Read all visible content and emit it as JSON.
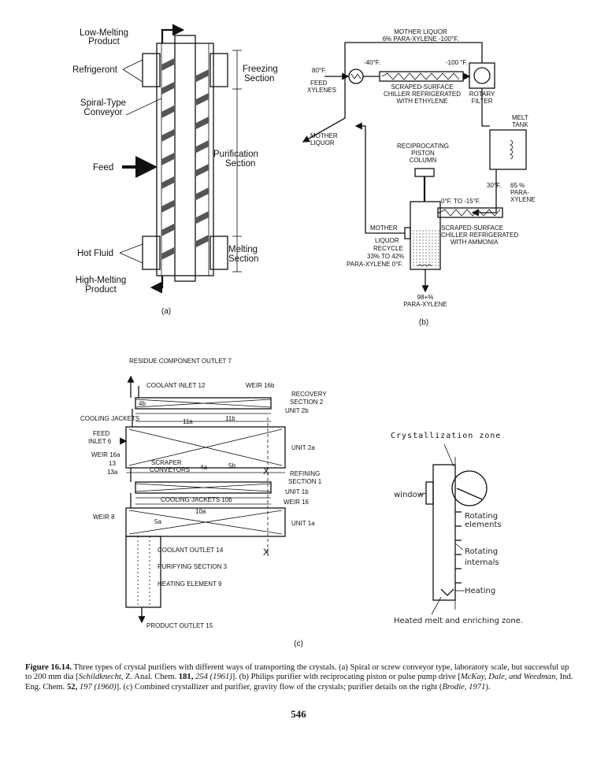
{
  "figure_a": {
    "low_melting": "Low-Melting",
    "product_top": "Product",
    "refrigerant": "Refrigeront",
    "spiral_type": "Spiral-Type",
    "conveyor": "Conveyor",
    "freezing": "Freezing",
    "section_1": "Section",
    "purification": "Purification",
    "section_2": "Section",
    "feed": "Feed",
    "hot_fluid": "Hot Fluid",
    "melting": "Melting",
    "section_3": "Section",
    "high_melting": "High-Melting",
    "product_bottom": "Product",
    "panel_label": "(a)"
  },
  "figure_b": {
    "mother_liquor_top": "MOTHER LIQUOR",
    "para_xylene_top": "6% PARA-XYLENE -100°F.",
    "t_80": "80°F.",
    "feed": "FEED",
    "xylenes": "XYLENES",
    "t_minus40": "-40°F.",
    "t_minus100": "-100 °F.",
    "chiller1_l1": "SCRAPED-SURFACE",
    "chiller1_l2": "CHILLER REFRIGERATED",
    "chiller1_l3": "WITH ETHYLENE",
    "rotary": "ROTARY",
    "filter": "FILTER",
    "mother": "MOTHER",
    "liquor": "LIQUOR",
    "melt": "MELT",
    "tank": "TANK",
    "reciprocating": "RECIPROCATING",
    "piston": "PISTON",
    "column": "COLUMN",
    "t_30": "30°F.",
    "pct_65": "65 %",
    "para": "PARA-",
    "xylene": "XYLENE",
    "t_range": "0°F. TO -15°F.",
    "mother2": "MOTHER",
    "liquor2": "LIQUOR",
    "recycle": "RECYCLE",
    "recycle_pct": "33% TO 42%",
    "recycle_para": "PARA-XYLENE 0°F.",
    "chiller2_l1": "SCRAPED-SURFACE",
    "chiller2_l2": "CHILLER REFRIGERATED",
    "chiller2_l3": "WITH AMMONIA",
    "product_pct": "98+%",
    "product_para": "PARA-XYLENE",
    "panel_label": "(b)"
  },
  "figure_c": {
    "residue_outlet": "RESIDUE COMPONENT OUTLET 7",
    "coolant_inlet": "COOLANT INLET 12",
    "weir_16b": "WEIR 16b",
    "recovery": "RECOVERY",
    "section_2": "SECTION 2",
    "unit_2b": "UNIT 2b",
    "cooling_jackets": "COOLING JACKETS",
    "l_11a": "11a",
    "l_11b": "11b",
    "l_4b": "4b",
    "feed": "FEED",
    "inlet_6": "INLET 6",
    "weir_16a": "WEIR 16a",
    "unit_2a": "UNIT 2a",
    "l_13": "13",
    "l_13a": "13a",
    "scraper": "SCRAPER",
    "conveyors": "CONVEYORS",
    "l_4a": "4a",
    "l_5b": "5b",
    "x_1": "X",
    "refining": "REFINING",
    "section_1": "SECTION 1",
    "unit_1b": "UNIT 1b",
    "cooling_jackets_10b": "COOLING JACKETS 10b",
    "weir_16": "WEIR 16",
    "l_10a": "10a",
    "weir_8": "WEIR 8",
    "l_5a": "5a",
    "unit_1a": "UNIT 1a",
    "coolant_outlet": "COOLANT OUTLET 14",
    "x_2": "X",
    "purifying": "PURIFYING SECTION 3",
    "heating_element": "HEATING ELEMENT 9",
    "product_outlet": "PRODUCT OUTLET 15",
    "panel_label": "(c)"
  },
  "figure_d": {
    "crystallization_zone": "Crystallization zone",
    "window": "window",
    "rotating": "Rotating",
    "elements": "elements",
    "rotating2": "Rotating",
    "internals": "internals",
    "heating": "Heating",
    "heated_melt": "Heated melt and enriching zone."
  },
  "caption": {
    "label": "Figure 16.14.",
    "text_1": "Three types of crystal purifiers with different ways of transporting the crystals. (a) Spiral or screw conveyor type, laboratory scale, but successful up to 200 mm dia [",
    "ref_1": "Schildknecht,",
    "text_2": " Z. Anal. Chem. ",
    "vol_1": "181,",
    "pages_1": " 254 (1961)",
    "text_3": "]. (b) Philips purifier with reciprocating piston or pulse pump drive [",
    "ref_2": "McKay, Dale, and Weedman,",
    "text_4": " Ind. Eng. Chem. ",
    "vol_2": "52,",
    "pages_2": " 197 (1960)",
    "text_5": "]. (c) Combined crystallizer and purifier, gravity flow of the crystals; purifier details on the right (",
    "ref_3": "Brodie, 1971",
    "text_6": ")."
  },
  "page_number": "546"
}
